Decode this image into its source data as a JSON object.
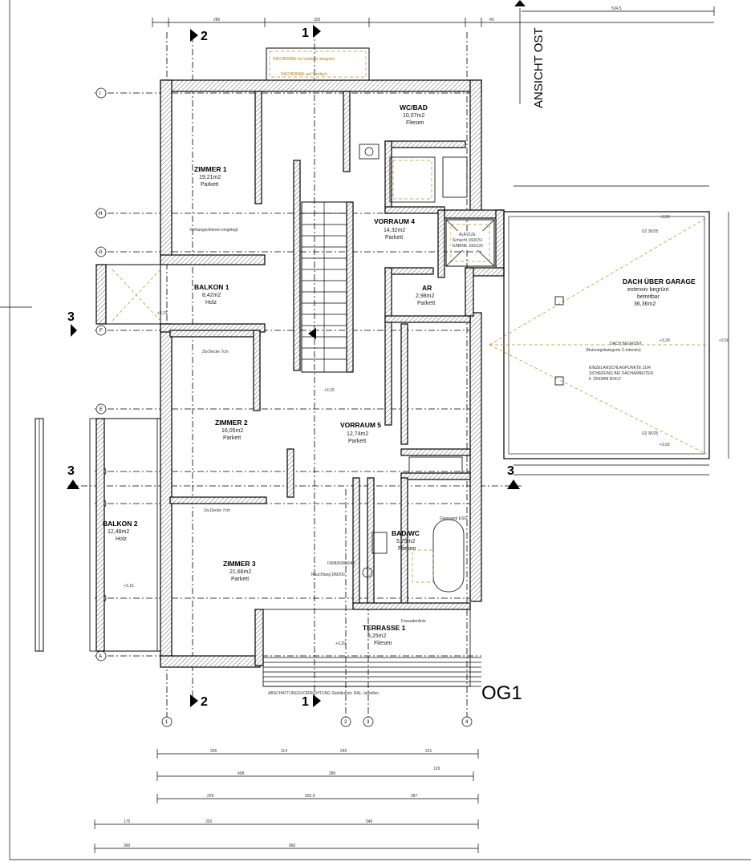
{
  "sheet": {
    "floor_label": "OG1",
    "view_label": "ANSICHT OST",
    "section_marks": [
      "1",
      "2",
      "3"
    ]
  },
  "rooms": [
    {
      "key": "zimmer1",
      "name": "ZIMMER 1",
      "area": "19,21m2",
      "floor": "Parkett"
    },
    {
      "key": "wcbad",
      "name": "WC/BAD",
      "area": "10,07m2",
      "floor": "Fliesen"
    },
    {
      "key": "vorraum4",
      "name": "VORRAUM 4",
      "area": "14,32m2",
      "floor": "Parkett"
    },
    {
      "key": "balkon1",
      "name": "BALKON 1",
      "area": "8,42m2",
      "floor": "Holz"
    },
    {
      "key": "ar",
      "name": "AR",
      "area": "2,98m2",
      "floor": "Parkett"
    },
    {
      "key": "zimmer2",
      "name": "ZIMMER 2",
      "area": "16,05m2",
      "floor": "Parkett"
    },
    {
      "key": "vorraum5",
      "name": "VORRAUM 5",
      "area": "12,74m2",
      "floor": "Parkett"
    },
    {
      "key": "balkon2",
      "name": "BALKON 2",
      "area": "12,48m2",
      "floor": "Holz"
    },
    {
      "key": "zimmer3",
      "name": "ZIMMER 3",
      "area": "21,66m2",
      "floor": "Parkett"
    },
    {
      "key": "badwc",
      "name": "BAD/WC",
      "area": "5,73m2",
      "floor": "Fliesen"
    },
    {
      "key": "terrasse1",
      "name": "TERRASSE 1",
      "area": "5,25m2",
      "floor": "Fliesen"
    }
  ],
  "garage_roof": {
    "title": "DACH ÜBER GARAGE",
    "line2": "extensiv begrünt",
    "line3": "betretbar",
    "area": "36,36m2",
    "note1": "DACH BEGRÜNT",
    "note2": "(Nutzungskategorie C-intensiv)",
    "note3": "EINZELANSCHLAGPUNKTE ZUR",
    "note4": "SICHERUNG BEI DACHARBEITEN",
    "note5": "lt. ÖNORM B3417",
    "slope_top": "Ü2 30/25",
    "slope_bottom": "Ü2 30/25",
    "level_top": "+3,50",
    "level_mid": "+3,30",
    "level_right": "+3,50",
    "level_bottom": "+3,50"
  },
  "annotations": {
    "gutter1": "DACHRINNE im Vordach integriert",
    "gutter2": "DACHRINNE auf Vordach",
    "lift": "AUFZUG",
    "lift_shaft": "Schacht 160/151",
    "lift_cabin": "KABINE 100/120",
    "curtain": "Vorhangschienen eingelegt",
    "shading": "ABSCHATTUNGSVORRICHTUNG Stahlkonstr. RAL, lamellen",
    "level_balkon1": "+3,15",
    "level_stair": "+3,15",
    "level_balkon2": "+3,15",
    "level_terrasse": "+3,20",
    "ceiling_z2": "Zw.Decke 7cm",
    "ceiling_z3": "Zw.Decke 7cm",
    "mirror": "Glaswand ESG",
    "facade": "Fassadenlinie",
    "smoke": "Rauchfang DM200",
    "vent": "F808/D0850/40"
  },
  "grid": {
    "rows": [
      "I",
      "H",
      "G",
      "F",
      "E",
      "D",
      "C",
      "B",
      "A"
    ],
    "cols": [
      "1",
      "2",
      "3",
      "4"
    ],
    "top_dims": [
      "280",
      "320",
      "40",
      "534.5"
    ],
    "bottom_rows": [
      [
        "255",
        "114",
        "245",
        "221"
      ],
      [
        "408",
        "280",
        "129"
      ],
      [
        "229",
        "302.5",
        "287"
      ],
      [
        "175",
        "320",
        "540"
      ],
      [
        "360",
        "960"
      ]
    ]
  }
}
